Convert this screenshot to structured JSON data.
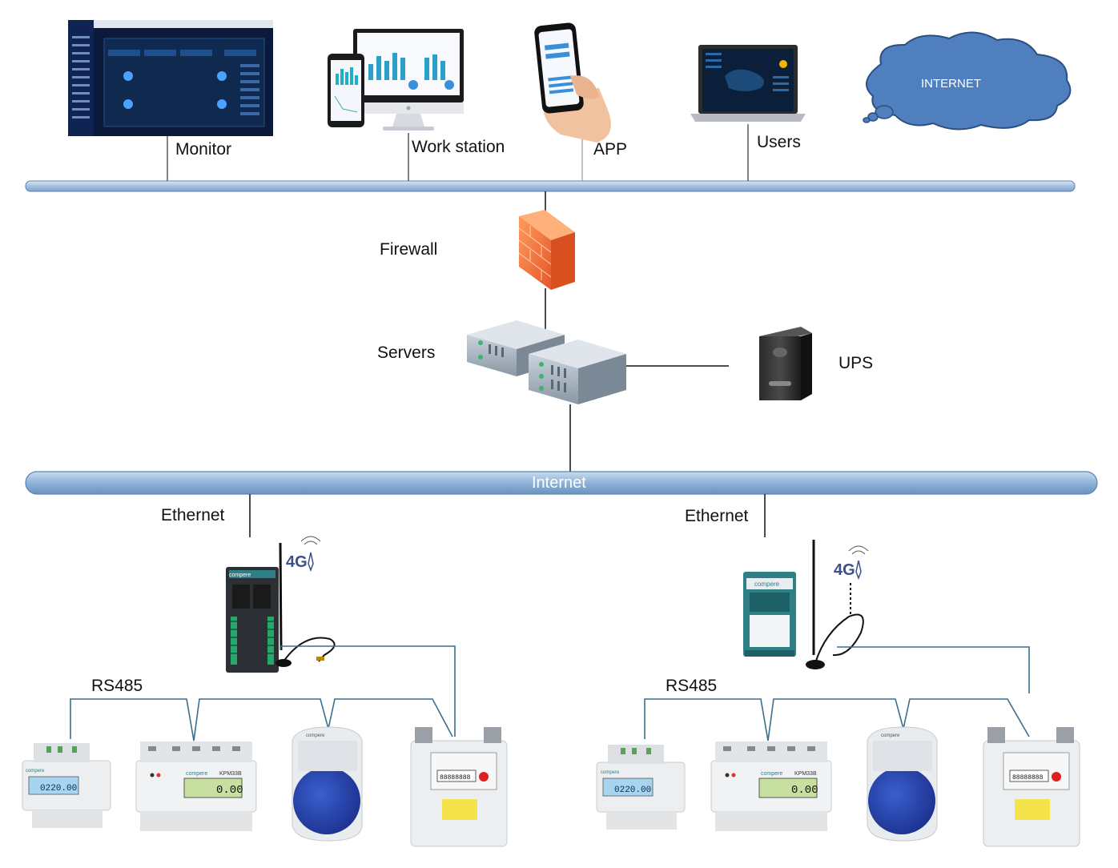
{
  "labels": {
    "monitor": "Monitor",
    "workstation": "Work station",
    "app": "APP",
    "users": "Users",
    "internet_cloud": "INTERNET",
    "firewall": "Firewall",
    "servers": "Servers",
    "ups": "UPS",
    "internet_bus": "Internet",
    "ethernet_left": "Ethernet",
    "ethernet_right": "Ethernet",
    "rs485_left": "RS485",
    "rs485_right": "RS485",
    "signal_left": "4G",
    "signal_right": "4G",
    "brand": "compere",
    "meter_model": "KPM33B",
    "meter_reading_p": "0.00",
    "meter_reading_u": "0220.00",
    "gas_reading": "88888888"
  },
  "colors": {
    "bus_fill": "#a9c4e0",
    "bus_stroke": "#5b84b0",
    "cloud_fill": "#4f7fbe",
    "cloud_stroke": "#2b4f80",
    "wire": "#3a6f8f",
    "firewall": "#f07a3a",
    "device_teal": "#2f7f86"
  },
  "icons": {
    "monitor": "monitor-icon",
    "workstation": "workstation-icon",
    "app": "smartphone-icon",
    "users": "laptop-icon",
    "cloud": "cloud-icon",
    "firewall": "firewall-icon",
    "servers": "server-rack-icon",
    "ups": "ups-icon",
    "gateway": "gateway-icon",
    "antenna": "antenna-icon",
    "energy_meter": "energy-meter-icon",
    "water_meter": "water-meter-icon",
    "gas_meter": "gas-meter-icon"
  }
}
